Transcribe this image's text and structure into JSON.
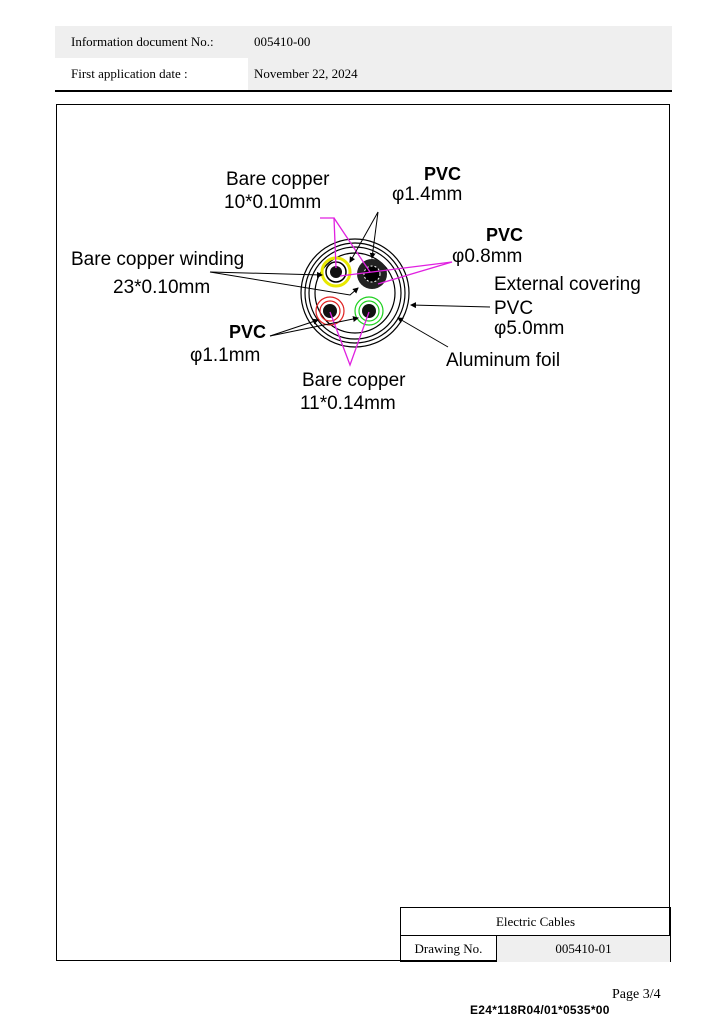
{
  "header": {
    "doc_no_label": "Information document No.:",
    "doc_no": "005410-00",
    "date_label": "First application date :",
    "date": "November 22, 2024"
  },
  "drawing": {
    "bare_copper_1_a": "Bare copper",
    "bare_copper_1_b": "10*0.10mm",
    "pvc_1_a": "PVC",
    "pvc_1_b": "φ1.4mm",
    "pvc_2_a": "PVC",
    "pvc_2_b": "φ0.8mm",
    "winding_a": "Bare copper winding",
    "winding_b": "23*0.10mm",
    "external_a": "External covering",
    "external_b": "PVC",
    "external_c": "φ5.0mm",
    "pvc_3_a": "PVC",
    "pvc_3_b": "φ1.1mm",
    "foil": "Aluminum foil",
    "bare_copper_2_a": "Bare copper",
    "bare_copper_2_b": "11*0.14mm",
    "colors": {
      "leader": "#e020e0",
      "core_yellow": "#e8e800",
      "core_red": "#e02020",
      "core_green": "#20d020"
    }
  },
  "title_block": {
    "title": "Electric Cables",
    "drawing_no_label": "Drawing No.",
    "drawing_no": "005410-01"
  },
  "footer": {
    "page": "Page  3/4",
    "code": "E24*118R04/01*0535*00"
  }
}
